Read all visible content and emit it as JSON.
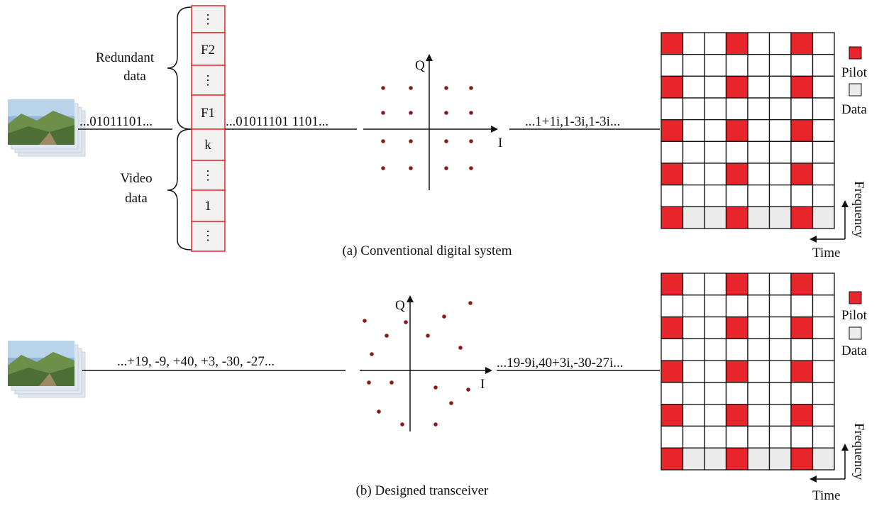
{
  "colors": {
    "pilot": "#e8252b",
    "data_cell": "#ffffff",
    "data_cell_last_row": "#ebebeb",
    "buffer_cell": "#f2f2f2",
    "buffer_border": "#e8252b",
    "constellation_point": "#8b1a1a",
    "line": "#111111"
  },
  "panel_a": {
    "caption": "(a) Conventional digital system",
    "bitstream_in": "...01011101...",
    "buffer_cells": [
      "⋮",
      "F2",
      "⋮",
      "F1",
      "k",
      "⋮",
      "1",
      "⋮"
    ],
    "label_redundant_line1": "Redundant",
    "label_redundant_line2": "data",
    "label_video_line1": "Video",
    "label_video_line2": "data",
    "bitstream_out": "...01011101 1101...",
    "symbol_stream": "...1+1i,1-3i,1-3i...",
    "axis_q": "Q",
    "axis_i": "I",
    "legend_pilot": "Pilot",
    "legend_data": "Data",
    "axis_frequency": "Frequency",
    "axis_time": "Time"
  },
  "panel_b": {
    "caption": "(b) Designed transceiver",
    "value_stream": "...+19, -9, +40, +3, -30, -27...",
    "symbol_stream": "...19-9i,40+3i,-30-27i...",
    "axis_q": "Q",
    "axis_i": "I",
    "legend_pilot": "Pilot",
    "legend_data": "Data",
    "axis_frequency": "Frequency",
    "axis_time": "Time"
  },
  "grid": {
    "rows": 9,
    "cols": 8,
    "pilot_rows": [
      0,
      2,
      4,
      6,
      8
    ],
    "pilot_cols": [
      0,
      3,
      6
    ]
  }
}
